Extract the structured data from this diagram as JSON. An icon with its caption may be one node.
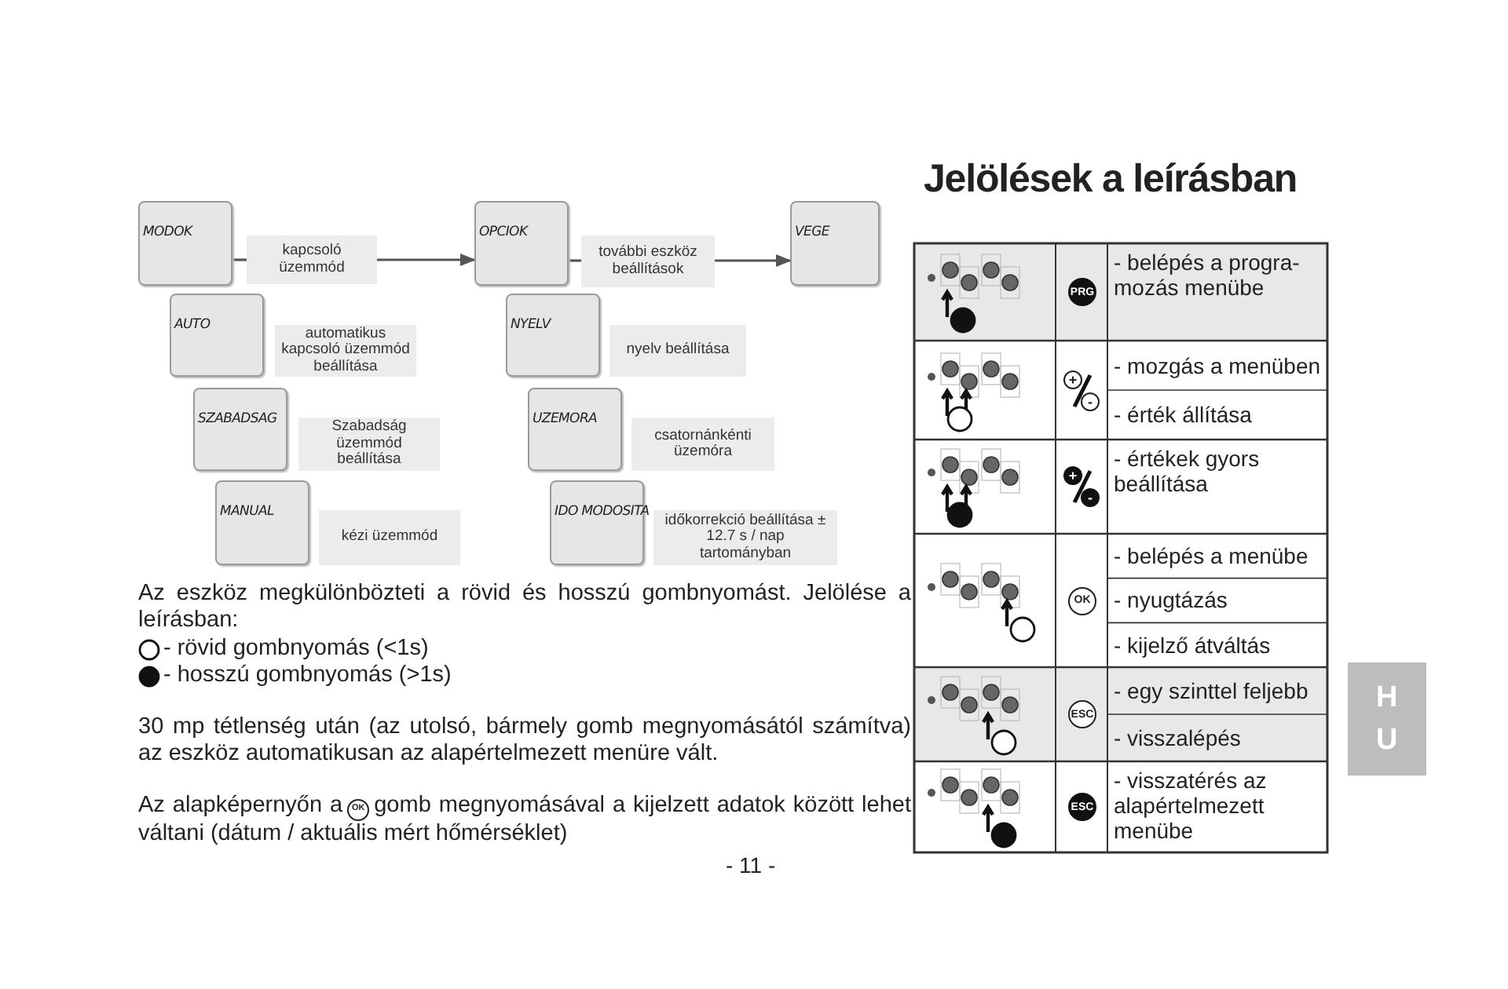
{
  "diagram": {
    "title": "Jelölések a leírásban",
    "nodes": [
      {
        "text": [
          "MODOK"
        ]
      },
      {
        "text": [
          "kapcsoló üzemmód"
        ]
      },
      {
        "text": [
          "OPCIOK"
        ]
      },
      {
        "text": [
          "további eszköz beállítások"
        ]
      },
      {
        "text": [
          "VEGE"
        ]
      },
      {
        "text": [
          "AUTO"
        ]
      },
      {
        "text": [
          "automatikus kapcsoló üzemmód beállítása"
        ]
      },
      {
        "text": [
          "SZABADSAG"
        ]
      },
      {
        "text": [
          "Szabadság üzemmód beállítása"
        ]
      },
      {
        "text": [
          "MANUAL"
        ]
      },
      {
        "text": [
          "kézi üzemmód"
        ]
      },
      {
        "text": [
          "NYELV"
        ]
      },
      {
        "text": [
          "nyelv beállítása"
        ]
      },
      {
        "text": [
          "UZEMORA"
        ]
      },
      {
        "text": [
          "csatornánkénti üzemóra"
        ]
      },
      {
        "text": [
          "IDO MODOSITA"
        ]
      },
      {
        "text": [
          "időkorrekció beállítása ± 12.7 s / nap tartományban"
        ]
      }
    ],
    "edges": [
      {
        "from": 0,
        "to": 1,
        "arrow": "none"
      },
      {
        "from": 1,
        "to": 2,
        "arrow": "to"
      },
      {
        "from": 2,
        "to": 3,
        "arrow": "none"
      },
      {
        "from": 3,
        "to": 4,
        "arrow": "to"
      }
    ],
    "labels": [
      "Az eszköz megkülönbözteti a rövid és hosszú gombnyomást. Jelölése a leírásban:",
      "- rövid gombnyomás (<1s)",
      "- hosszú gombnyomás (>1s)",
      "30 mp tétlenség után (az utolsó, bármely gomb megnyomásától számítva) az eszköz automatikusan az alapértelmezett menüre vált.",
      "Az alapképernyőn a",
      "OK",
      "gomb megnyomásával a kijelzett adatok között lehet váltani (dátum / aktuális mért hőmérséklet)",
      "- 11 -",
      "PRG",
      "- belépés a progra- mozás menübe",
      "+",
      "-",
      "- mozgás a menüben",
      "- érték állítása",
      "+",
      "-",
      "- értékek gyors beállítása",
      "OK",
      "- belépés a menübe",
      "- nyugtázás",
      "- kijelző átváltás",
      "ESC",
      "- egy szinttel feljebb",
      "- visszalépés",
      "ESC",
      "- visszatérés az alapértelmezett menübe",
      "H",
      "U"
    ]
  }
}
